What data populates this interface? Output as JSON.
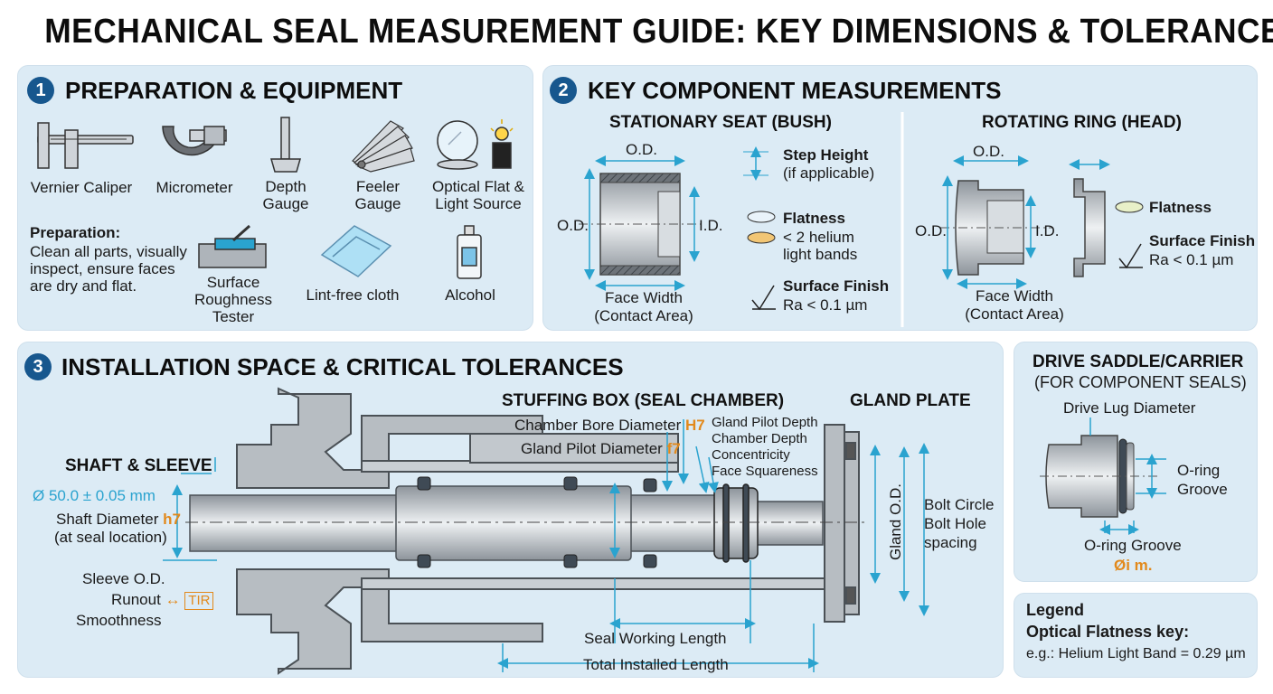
{
  "title": "MECHANICAL SEAL MEASUREMENT GUIDE: KEY DIMENSIONS & TOLERANCES",
  "colors": {
    "accent": "#17578e",
    "dimension": "#2aa3cf",
    "tolerance": "#e2891b",
    "panel": "#dcebf5"
  },
  "section1": {
    "number": "1",
    "title": "PREPARATION & EQUIPMENT",
    "tools": [
      {
        "label": "Vernier Caliper",
        "icon": "caliper-icon"
      },
      {
        "label": "Micrometer",
        "icon": "micrometer-icon"
      },
      {
        "label": "Depth Gauge",
        "icon": "depth-gauge-icon"
      },
      {
        "label": "Feeler Gauge",
        "icon": "feeler-gauge-icon"
      },
      {
        "label": "Optical Flat & Light Source",
        "icon": "optical-flat-icon"
      }
    ],
    "prep_heading": "Preparation:",
    "prep_text": "Clean all parts, visually inspect, ensure faces are dry and flat.",
    "supplies": [
      {
        "label": "Surface Roughness Tester",
        "icon": "roughness-tester-icon"
      },
      {
        "label": "Lint-free cloth",
        "icon": "cloth-icon"
      },
      {
        "label": "Alcohol",
        "icon": "alcohol-bottle-icon"
      }
    ]
  },
  "section2": {
    "number": "2",
    "title": "KEY COMPONENT MEASUREMENTS",
    "stationary": {
      "title": "STATIONARY SEAT (BUSH)",
      "od_top": "O.D.",
      "od_left": "O.D.",
      "id": "I.D.",
      "face_width": "Face Width",
      "contact_area": "(Contact Area)",
      "step_height": "Step Height",
      "if_applicable": "(if applicable)",
      "flatness": "Flatness",
      "flatness_value": "< 2 helium light bands",
      "surface_finish": "Surface Finish",
      "surface_value": "Ra < 0.1 µm"
    },
    "rotating": {
      "title": "ROTATING RING (HEAD)",
      "od_top": "O.D.",
      "od_left": "O.D.",
      "id": "I.D.",
      "face_width": "Face Width",
      "contact_area": "(Contact Area)",
      "flatness": "Flatness",
      "surface_finish": "Surface Finish",
      "surface_value": "Ra < 0.1 µm"
    }
  },
  "section3": {
    "number": "3",
    "title": "INSTALLATION SPACE & CRITICAL TOLERANCES",
    "shaft_title": "SHAFT & SLEEVE",
    "shaft_dim": "Ø 50.0 ± 0.05 mm",
    "shaft_diameter": "Shaft Diameter",
    "shaft_tol": "h7",
    "at_seal": "(at seal location)",
    "sleeve_od": "Sleeve O.D.",
    "runout": "Runout",
    "tir": "TIR",
    "smoothness": "Smoothness",
    "stuffing_box": "STUFFING BOX (SEAL CHAMBER)",
    "chamber_bore": "Chamber Bore Diameter",
    "chamber_tol": "H7",
    "gland_pilot_dia": "Gland Pilot Diameter",
    "gland_tol": "f7",
    "gland_pilot_depth": "Gland Pilot Depth",
    "chamber_depth": "Chamber Depth",
    "concentricity": "Concentricity",
    "face_squareness": "Face Squareness",
    "gland_plate": "GLAND PLATE",
    "gland_od": "Gland O.D.",
    "bolt_circle": "Bolt Circle",
    "bolt_hole": "Bolt Hole",
    "spacing": "spacing",
    "seal_working_length": "Seal Working Length",
    "total_installed_length": "Total Installed Length"
  },
  "drive": {
    "title": "DRIVE SADDLE/CARRIER",
    "subtitle": "(FOR COMPONENT SEALS)",
    "lug": "Drive Lug Diameter",
    "oring_groove": "O-ring Groove",
    "oring_label": "O-ring",
    "groove_label": "Groove",
    "oring_symbol": "Øi m."
  },
  "legend": {
    "title": "Legend",
    "subtitle": "Optical Flatness key:",
    "example": "e.g.: Helium Light Band = 0.29 µm"
  }
}
